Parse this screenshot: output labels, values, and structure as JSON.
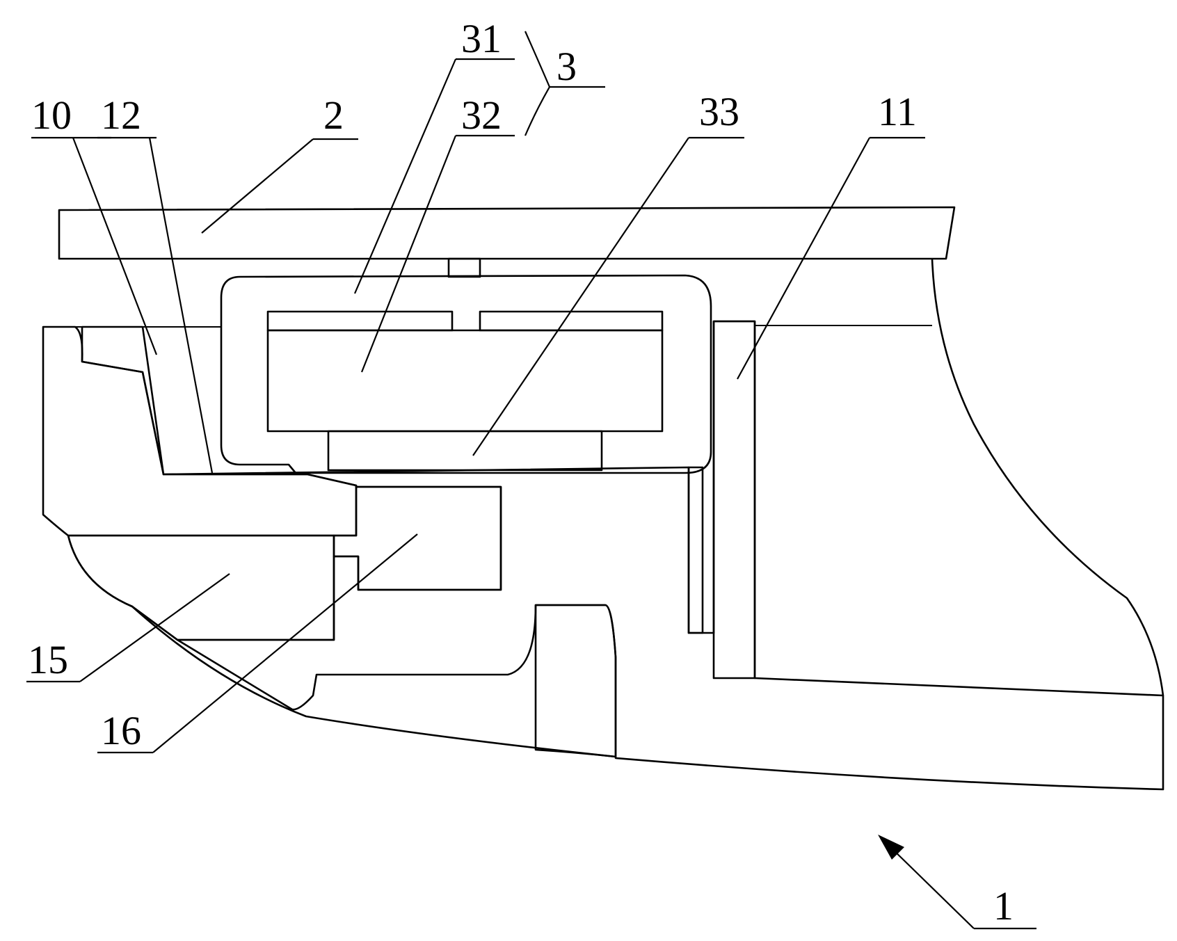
{
  "labels": {
    "l1": "1",
    "l2": "2",
    "l3": "3",
    "l10": "10",
    "l11": "11",
    "l12": "12",
    "l15": "15",
    "l16": "16",
    "l31": "31",
    "l32": "32",
    "l33": "33"
  },
  "colors": {
    "line": "#000000",
    "background": "#ffffff"
  }
}
